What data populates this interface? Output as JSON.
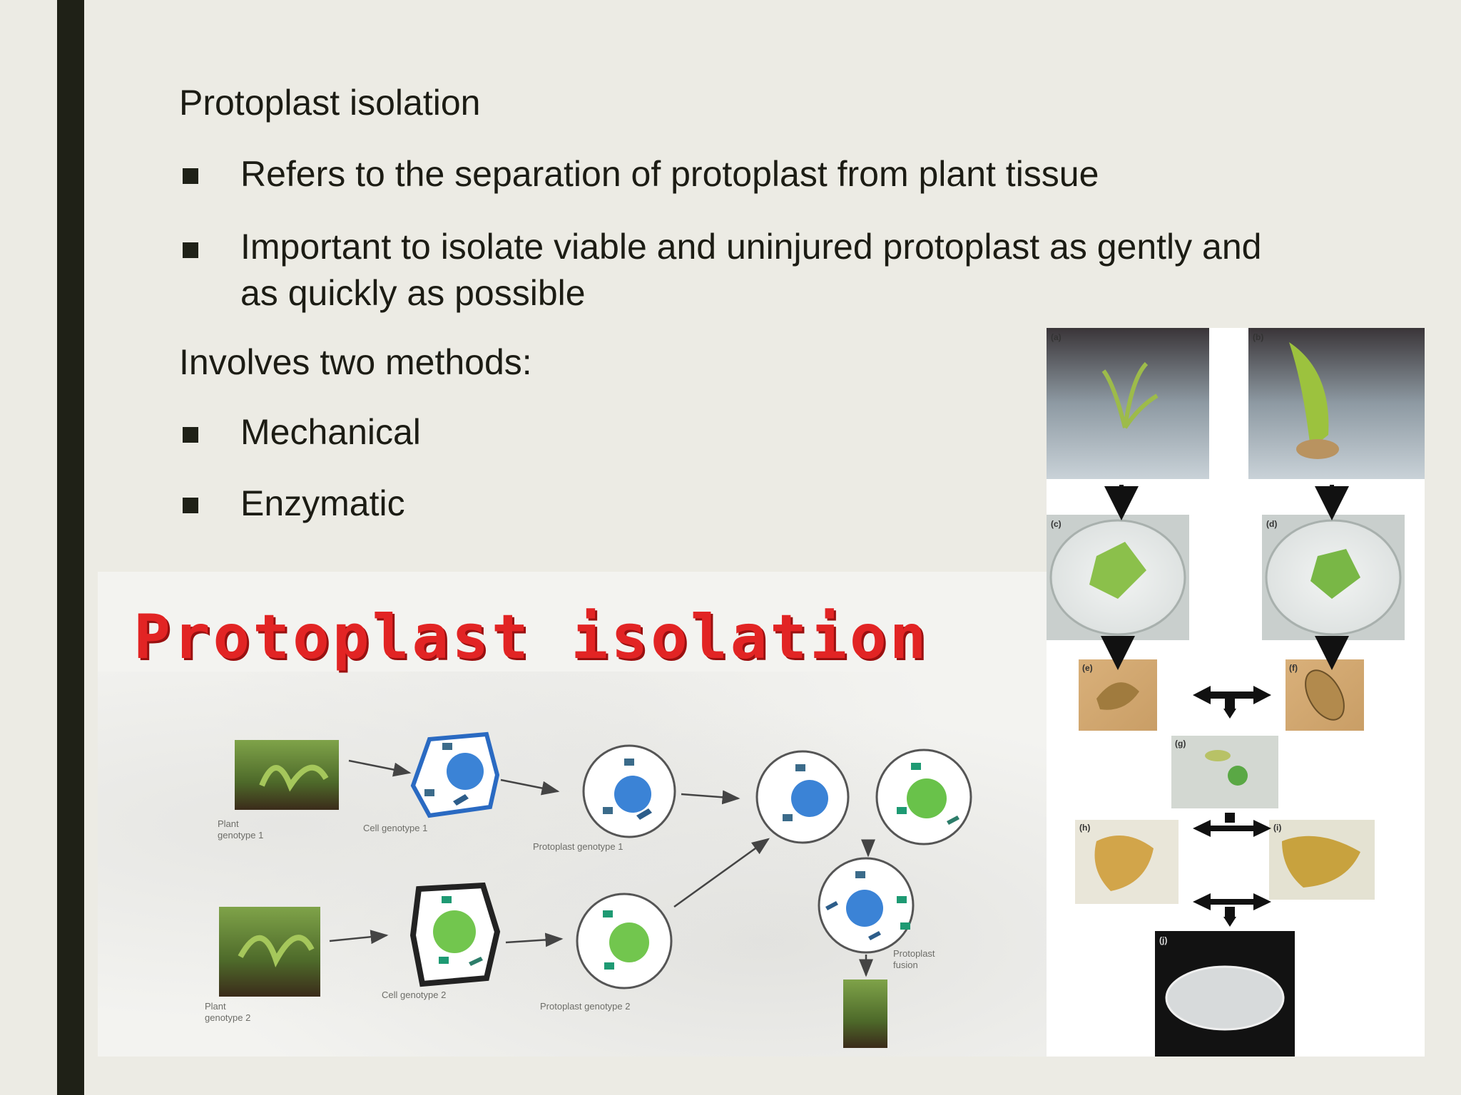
{
  "slide": {
    "heading": "Protoplast isolation",
    "bullets_top": [
      " Refers to the separation of protoplast from plant tissue",
      "Important to isolate viable and uninjured protoplast as gently and",
      "as quickly as possible"
    ],
    "subheading": "Involves two methods:",
    "methods": [
      " Mechanical",
      "Enzymatic"
    ],
    "bullet_icon": "square-bullet-icon"
  },
  "figure_left": {
    "title": "Protoplast isolation",
    "labels": {
      "plant1": [
        "Plant",
        "genotype 1"
      ],
      "cell1": "Cell genotype 1",
      "proto1": "Protoplast genotype 1",
      "plant2": [
        "Plant",
        "genotype 2"
      ],
      "cell2": "Cell genotype 2",
      "proto2": "Protoplast genotype 2",
      "fusion": [
        "Protoplast",
        "fusion"
      ]
    }
  },
  "figure_right": {
    "panel_tags": [
      "(a)",
      "(b)",
      "(c)",
      "(d)",
      "(e)",
      "(f)",
      "(g)",
      "(h)",
      "(i)",
      "(j)"
    ]
  }
}
